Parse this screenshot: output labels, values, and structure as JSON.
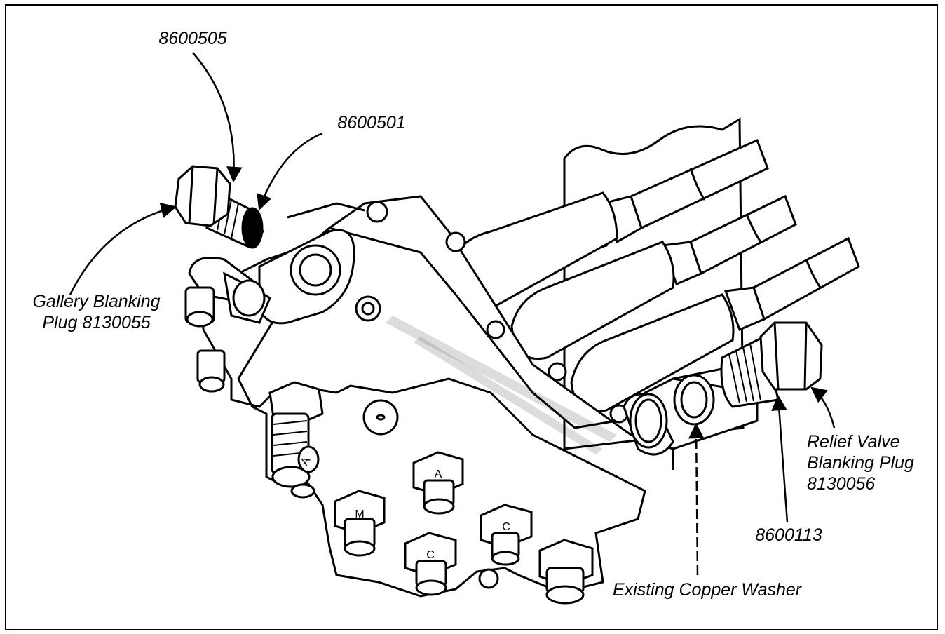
{
  "labels": {
    "part_8600505": "8600505",
    "part_8600501": "8600501",
    "gallery_plug": {
      "line1": "Gallery Blanking",
      "line2": "Plug 8130055"
    },
    "relief_plug": {
      "line1": "Relief Valve",
      "line2": "Blanking Plug",
      "line3": "8130056"
    },
    "part_8600113": "8600113",
    "copper_washer": "Existing Copper Washer"
  },
  "port_markings": [
    "A",
    "A",
    "M",
    "C",
    "C"
  ],
  "colors": {
    "ink": "#000000",
    "paper": "#ffffff",
    "shade": "#e9e9e9"
  }
}
